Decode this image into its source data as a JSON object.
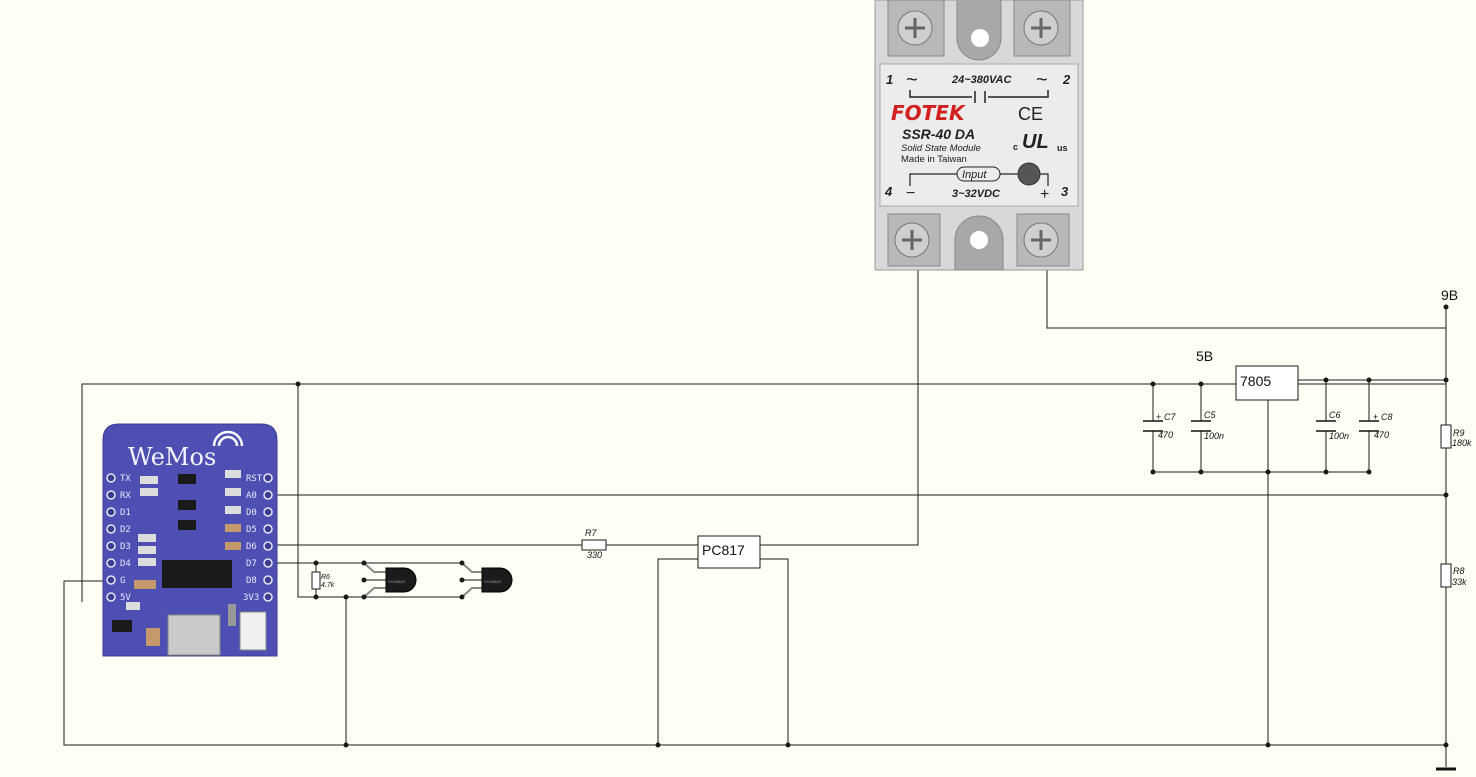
{
  "relay": {
    "pin1": "1",
    "pin2": "2",
    "pin3": "3",
    "pin4": "4",
    "ac_symbol_left": "~",
    "ac_symbol_right": "~",
    "ac_rating": "24~380VAC",
    "brand": "FOTEK",
    "ce_mark": "CE",
    "ul_mark": "UL",
    "ul_c": "c",
    "ul_us": "us",
    "model": "SSR-40 DA",
    "desc1": "Solid State Module",
    "desc2": "Made in Taiwan",
    "input_label": "Input",
    "dc_rating": "3~32VDC",
    "minus": "−",
    "plus": "+"
  },
  "wemos": {
    "logo": "WeMos",
    "left_pins": [
      "TX",
      "RX",
      "D1",
      "D2",
      "D3",
      "D4",
      "G",
      "5V"
    ],
    "right_pins": [
      "RST",
      "A0",
      "D0",
      "D5",
      "D6",
      "D7",
      "D8",
      "3V3"
    ]
  },
  "components": {
    "r7": {
      "name": "R7",
      "value": "330"
    },
    "r6": {
      "name": "R6",
      "value": "4.7k"
    },
    "r9": {
      "name": "R9",
      "value": "180k"
    },
    "r8": {
      "name": "R8",
      "value": "33k"
    },
    "c7": {
      "name": "C7",
      "value": "470",
      "pol": "+"
    },
    "c5": {
      "name": "C5",
      "value": "100n"
    },
    "c6": {
      "name": "C6",
      "value": "100n"
    },
    "c8": {
      "name": "C8",
      "value": "470",
      "pol": "+"
    },
    "regulator": "7805",
    "optocoupler": "PC817",
    "sensor1": "DS18B20",
    "sensor2": "DS18B20"
  },
  "nets": {
    "v5": "5В",
    "v9": "9В"
  },
  "colors": {
    "background": "#fffff6",
    "wire": "#1a1a1a",
    "wemos_board": "#4d4fb3",
    "relay_body": "#ececec",
    "brand_red": "#d21f1f"
  }
}
